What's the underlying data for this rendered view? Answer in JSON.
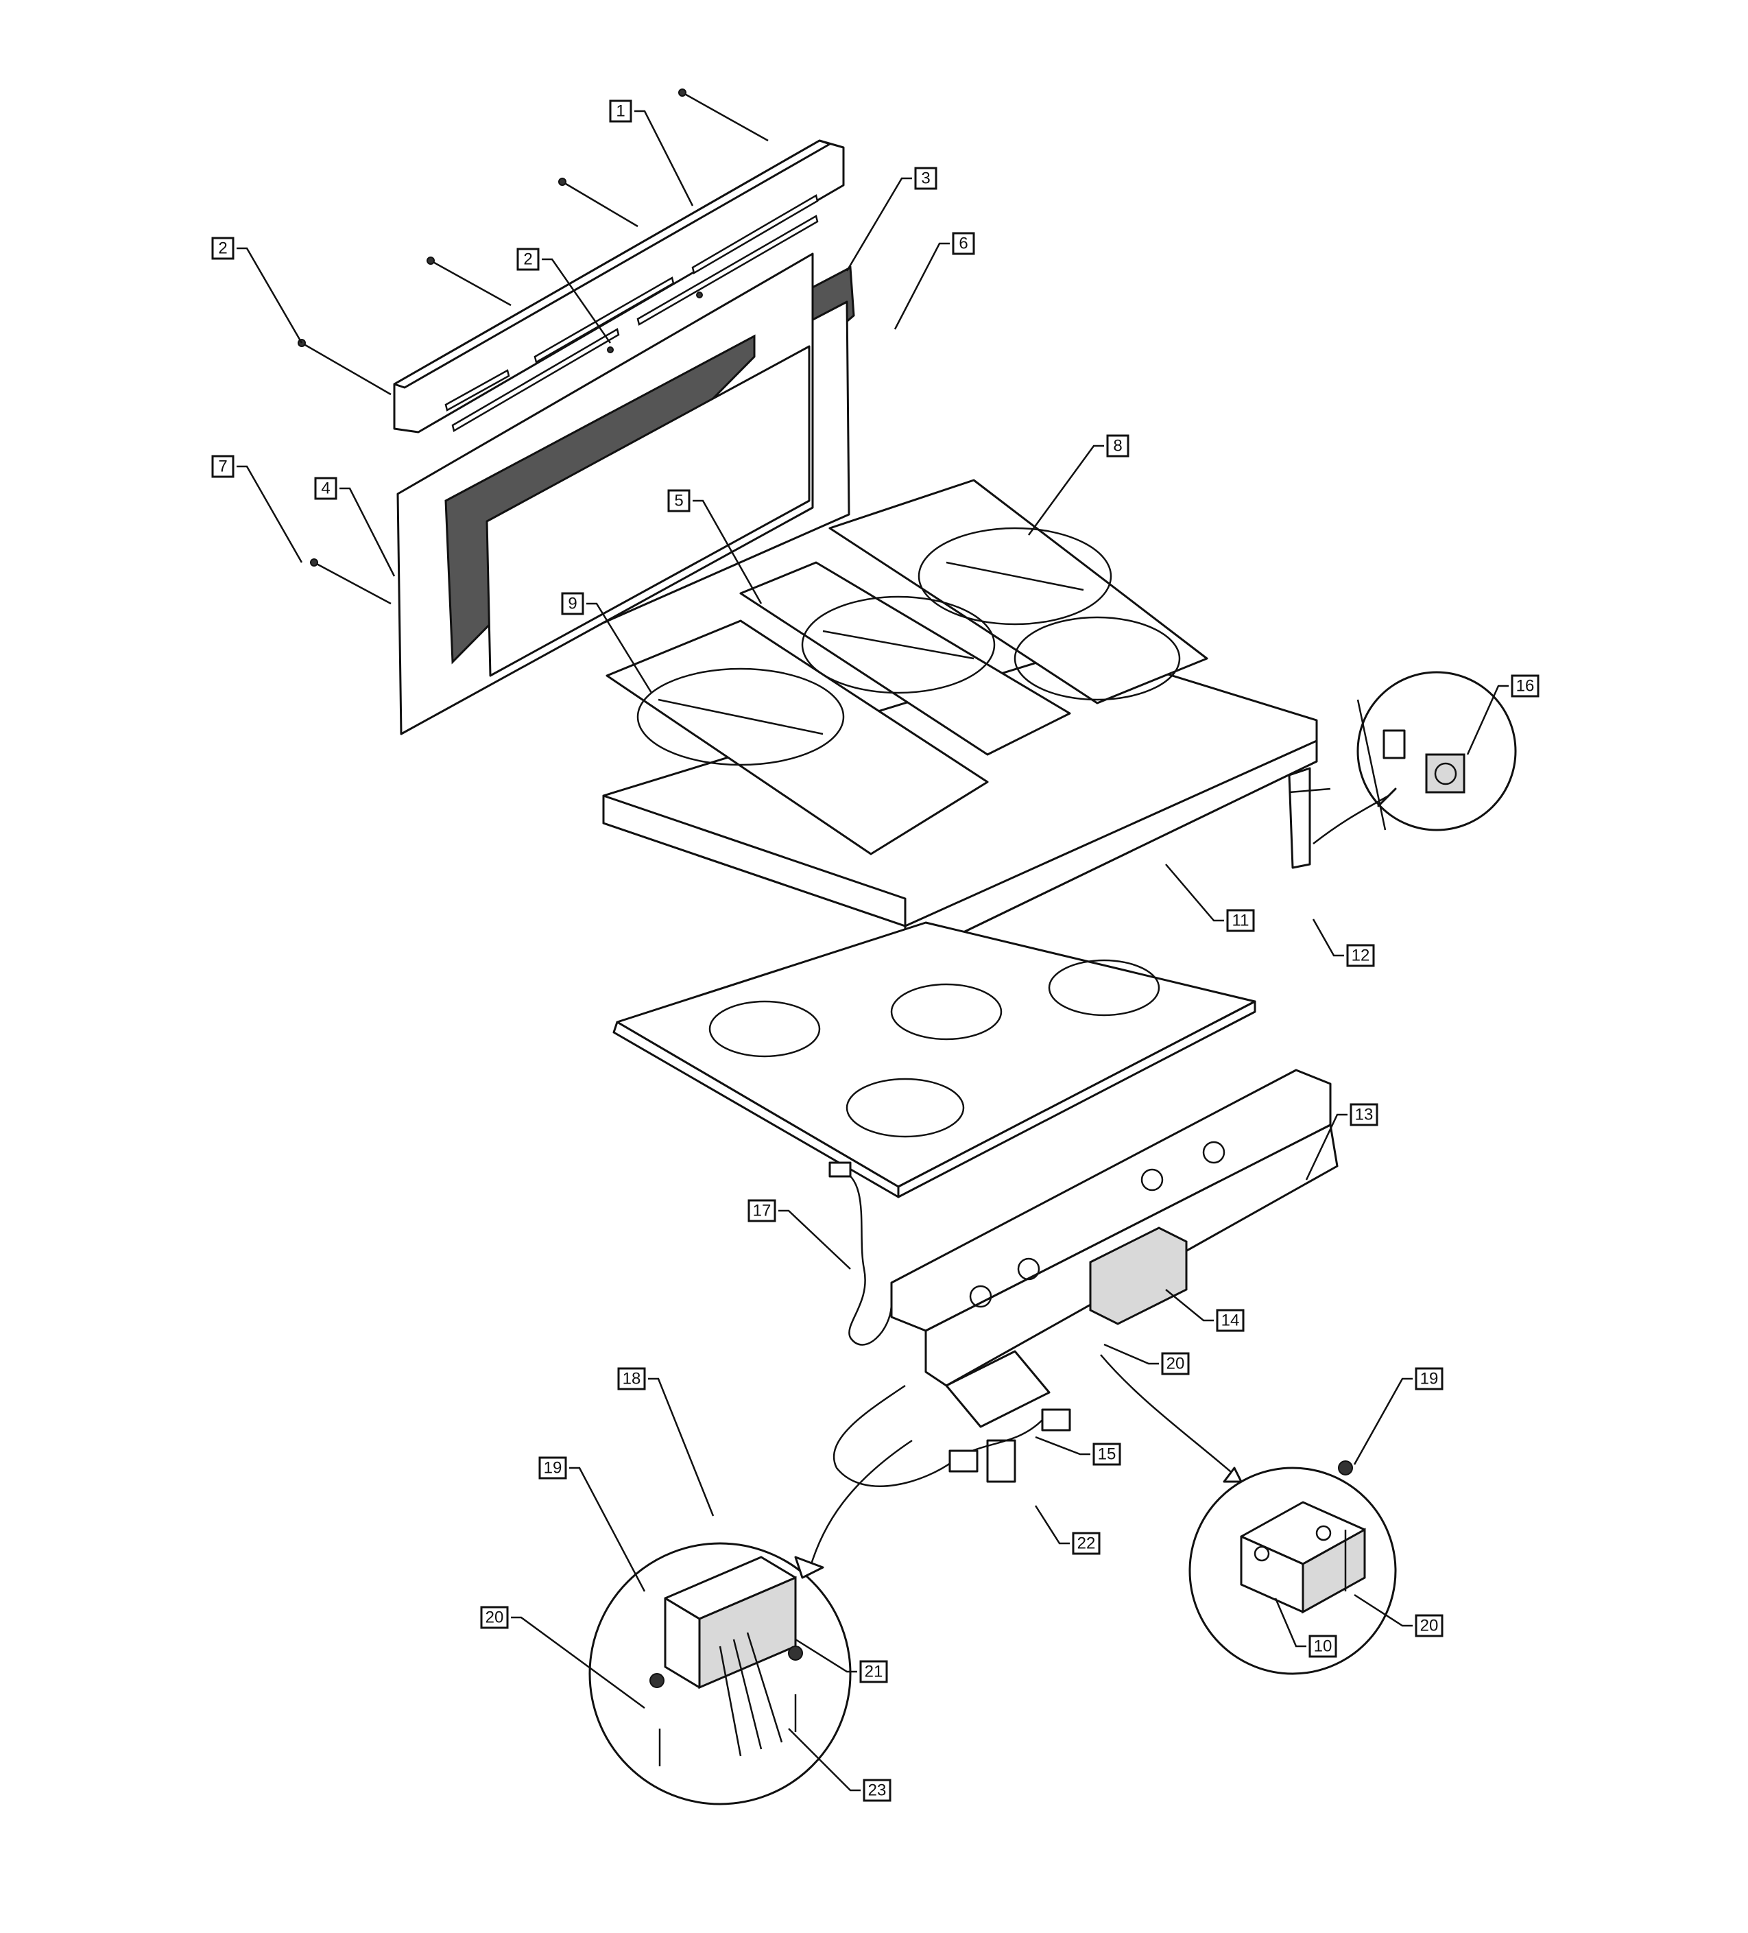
{
  "callouts": [
    {
      "id": "c1",
      "label": "1"
    },
    {
      "id": "c2a",
      "label": "2"
    },
    {
      "id": "c2b",
      "label": "2"
    },
    {
      "id": "c3",
      "label": "3"
    },
    {
      "id": "c4",
      "label": "4"
    },
    {
      "id": "c5",
      "label": "5"
    },
    {
      "id": "c6",
      "label": "6"
    },
    {
      "id": "c7",
      "label": "7"
    },
    {
      "id": "c8",
      "label": "8"
    },
    {
      "id": "c9",
      "label": "9"
    },
    {
      "id": "c10",
      "label": "10"
    },
    {
      "id": "c11",
      "label": "11"
    },
    {
      "id": "c12",
      "label": "12"
    },
    {
      "id": "c13",
      "label": "13"
    },
    {
      "id": "c14",
      "label": "14"
    },
    {
      "id": "c15",
      "label": "15"
    },
    {
      "id": "c16",
      "label": "16"
    },
    {
      "id": "c17",
      "label": "17"
    },
    {
      "id": "c18",
      "label": "18"
    },
    {
      "id": "c19a",
      "label": "19"
    },
    {
      "id": "c19b",
      "label": "19"
    },
    {
      "id": "c20a",
      "label": "20"
    },
    {
      "id": "c20b",
      "label": "20"
    },
    {
      "id": "c20c",
      "label": "20"
    },
    {
      "id": "c21",
      "label": "21"
    },
    {
      "id": "c22",
      "label": "22"
    },
    {
      "id": "c23",
      "label": "23"
    }
  ]
}
